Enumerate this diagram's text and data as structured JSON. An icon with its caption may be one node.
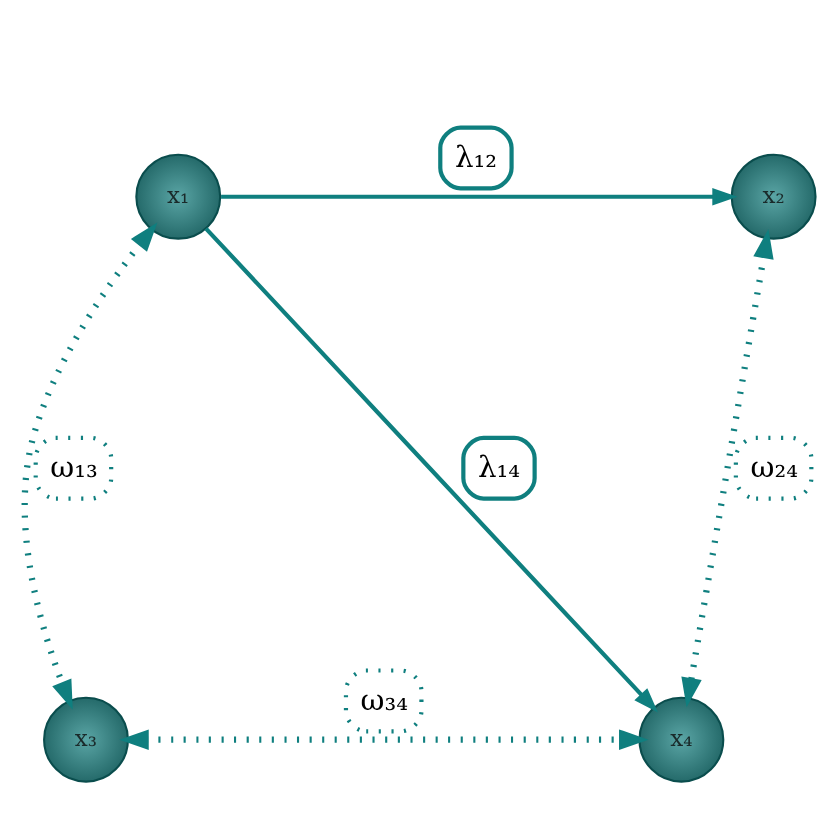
{
  "diagram": {
    "nodes": [
      {
        "text": [
          "x₁"
        ]
      },
      {
        "text": [
          "x₂"
        ]
      },
      {
        "text": [
          "x₃"
        ]
      },
      {
        "text": [
          "x₄"
        ]
      }
    ],
    "edges": [
      {
        "from": 0,
        "to": 1,
        "arrow": "to",
        "label": "λ₁₂"
      },
      {
        "from": 0,
        "to": 3,
        "arrow": "to",
        "label": "λ₁₄"
      },
      {
        "from": 0,
        "to": 2,
        "arrow": "both",
        "label": "ω₁₃",
        "style": "dashed"
      },
      {
        "from": 1,
        "to": 3,
        "arrow": "both",
        "label": "ω₂₄",
        "style": "dashed"
      },
      {
        "from": 2,
        "to": 3,
        "arrow": "both",
        "label": "ω₃₄",
        "style": "dashed"
      }
    ]
  }
}
